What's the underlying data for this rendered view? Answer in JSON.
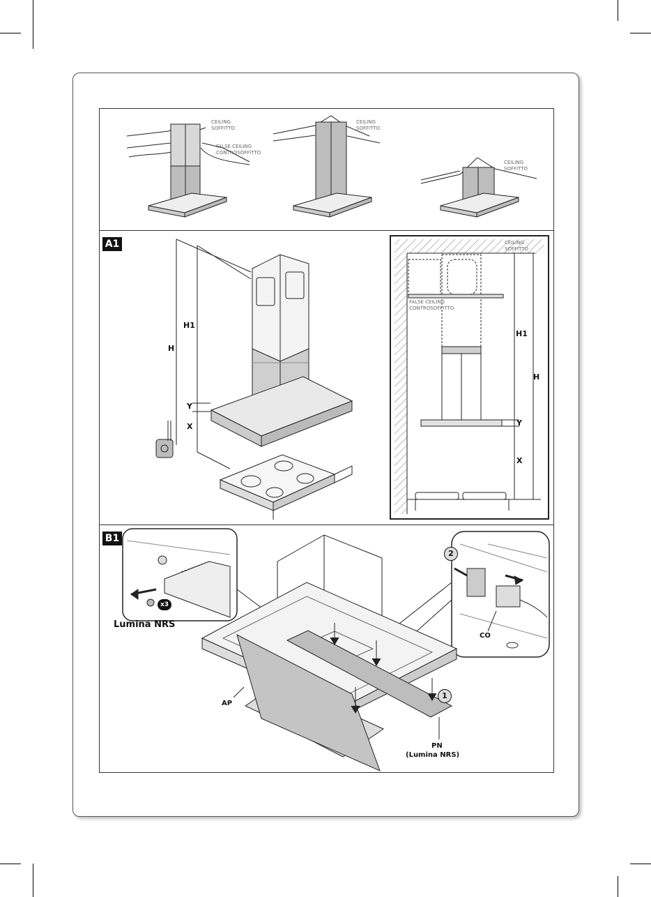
{
  "top_labels": {
    "ceiling_1": "CEILING",
    "soffitto_1": "SOFFITTO",
    "false_ceiling_1": "FALSE CEILING",
    "controsoffitto_1": "CONTROSOFFITTO",
    "ceiling_2": "CEILING",
    "soffitto_2": "SOFFITTO",
    "ceiling_3": "CEILING",
    "soffitto_3": "SOFFITTO"
  },
  "a1": {
    "badge": "A1",
    "h": "H",
    "h1": "H1",
    "y": "Y",
    "x": "X",
    "side": {
      "ceiling": "CEILING",
      "soffitto": "SOFFITTO",
      "false_ceiling": "FALSE CEILING",
      "controsoffitto": "CONTROSOFFITTO",
      "h1": "H1",
      "h": "H",
      "y": "Y",
      "x": "X"
    }
  },
  "b1": {
    "badge": "B1",
    "inset_screws": "x3",
    "product_name": "Lumina NRS",
    "step_1": "1",
    "step_2": "2",
    "ap": "AP",
    "co": "CO",
    "pn": "PN",
    "pn_sub": "(Lumina NRS)"
  },
  "colors": {
    "panel_gray": "#bdbdbd",
    "light_gray": "#e6e6e6",
    "line": "#222222"
  }
}
